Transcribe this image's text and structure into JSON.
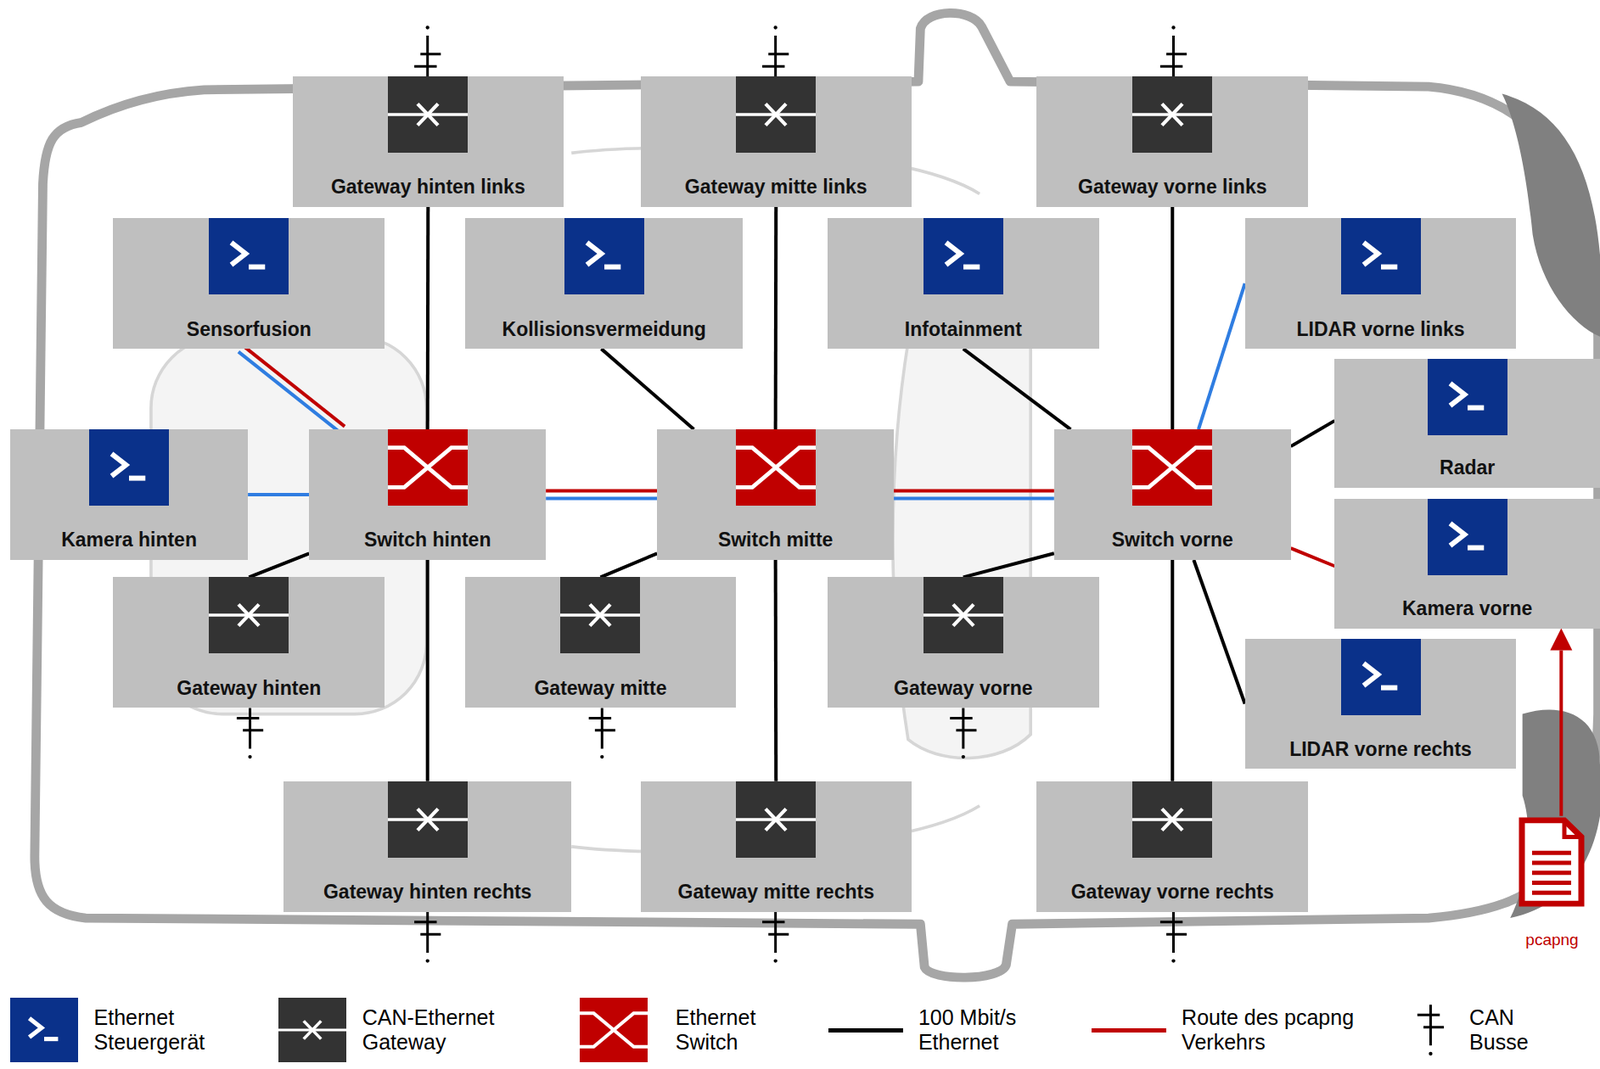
{
  "diagram": {
    "nodes": [
      {
        "text": [
          "Gateway hinten links"
        ]
      },
      {
        "text": [
          "Gateway mitte links"
        ]
      },
      {
        "text": [
          "Gateway vorne links"
        ]
      },
      {
        "text": [
          "Sensorfusion"
        ]
      },
      {
        "text": [
          "Kollisionsvermeidung"
        ]
      },
      {
        "text": [
          "Infotainment"
        ]
      },
      {
        "text": [
          "LIDAR vorne links"
        ]
      },
      {
        "text": [
          "Radar"
        ]
      },
      {
        "text": [
          "Kamera hinten"
        ]
      },
      {
        "text": [
          "Switch hinten"
        ]
      },
      {
        "text": [
          "Switch mitte"
        ]
      },
      {
        "text": [
          "Switch vorne"
        ]
      },
      {
        "text": [
          "Kamera vorne"
        ]
      },
      {
        "text": [
          "Gateway hinten"
        ]
      },
      {
        "text": [
          "Gateway mitte"
        ]
      },
      {
        "text": [
          "Gateway vorne"
        ]
      },
      {
        "text": [
          "LIDAR vorne rechts"
        ]
      },
      {
        "text": [
          "Gateway hinten rechts"
        ]
      },
      {
        "text": [
          "Gateway mitte rechts"
        ]
      },
      {
        "text": [
          "Gateway vorne rechts"
        ]
      },
      {
        "text": [
          "pcapng"
        ]
      }
    ],
    "edges": [
      {
        "from": 0,
        "to": 9,
        "arrow": "none"
      },
      {
        "from": 9,
        "to": 17,
        "arrow": "none"
      },
      {
        "from": 1,
        "to": 10,
        "arrow": "none"
      },
      {
        "from": 10,
        "to": 18,
        "arrow": "none"
      },
      {
        "from": 2,
        "to": 11,
        "arrow": "none"
      },
      {
        "from": 11,
        "to": 19,
        "arrow": "none"
      },
      {
        "from": 3,
        "to": 9,
        "arrow": "none"
      },
      {
        "from": 8,
        "to": 9,
        "arrow": "none"
      },
      {
        "from": 13,
        "to": 9,
        "arrow": "none"
      },
      {
        "from": 9,
        "to": 10,
        "arrow": "none"
      },
      {
        "from": 4,
        "to": 10,
        "arrow": "none"
      },
      {
        "from": 14,
        "to": 10,
        "arrow": "none"
      },
      {
        "from": 10,
        "to": 11,
        "arrow": "none"
      },
      {
        "from": 5,
        "to": 11,
        "arrow": "none"
      },
      {
        "from": 15,
        "to": 11,
        "arrow": "none"
      },
      {
        "from": 6,
        "to": 11,
        "arrow": "none"
      },
      {
        "from": 7,
        "to": 11,
        "arrow": "none"
      },
      {
        "from": 12,
        "to": 11,
        "arrow": "none"
      },
      {
        "from": 16,
        "to": 11,
        "arrow": "none"
      },
      {
        "from": 20,
        "to": 12,
        "arrow": "to"
      }
    ],
    "legend": [
      {
        "text": "Ethernet Steuergerät"
      },
      {
        "text": "CAN-Ethernet Gateway"
      },
      {
        "text": "Ethernet Switch"
      },
      {
        "text": "100 Mbit/s Ethernet"
      },
      {
        "text": "Route des pcapng Verkehrs"
      },
      {
        "text": "CAN Busse"
      }
    ]
  }
}
